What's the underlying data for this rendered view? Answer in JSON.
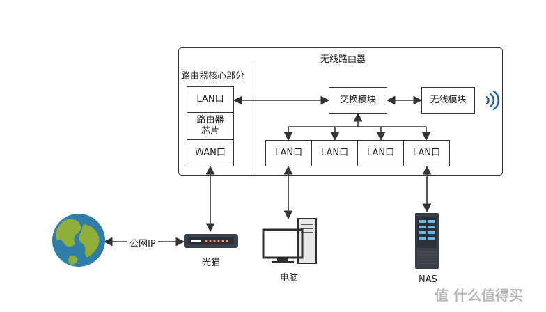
{
  "router": {
    "title": "无线路由器",
    "core_title": "路由器核心部分",
    "core_lan": "LAN口",
    "core_chip": "路由器\n芯片",
    "core_wan": "WAN口",
    "switch": "交换模块",
    "wireless": "无线模块",
    "lan_ports": [
      "LAN口",
      "LAN口",
      "LAN口",
      "LAN口"
    ]
  },
  "devices": {
    "modem": "光猫",
    "public_ip": "公网IP",
    "pc": "电脑",
    "nas": "NAS"
  },
  "watermark": "值 什么值得买",
  "colors": {
    "line": "#333333",
    "wifi": "#1f5fb0",
    "globe_sea": "#2f7ea8",
    "globe_land": "#8fae3a"
  },
  "icons": [
    "wifi-icon",
    "globe-icon",
    "modem-icon",
    "computer-icon",
    "nas-server-icon"
  ]
}
